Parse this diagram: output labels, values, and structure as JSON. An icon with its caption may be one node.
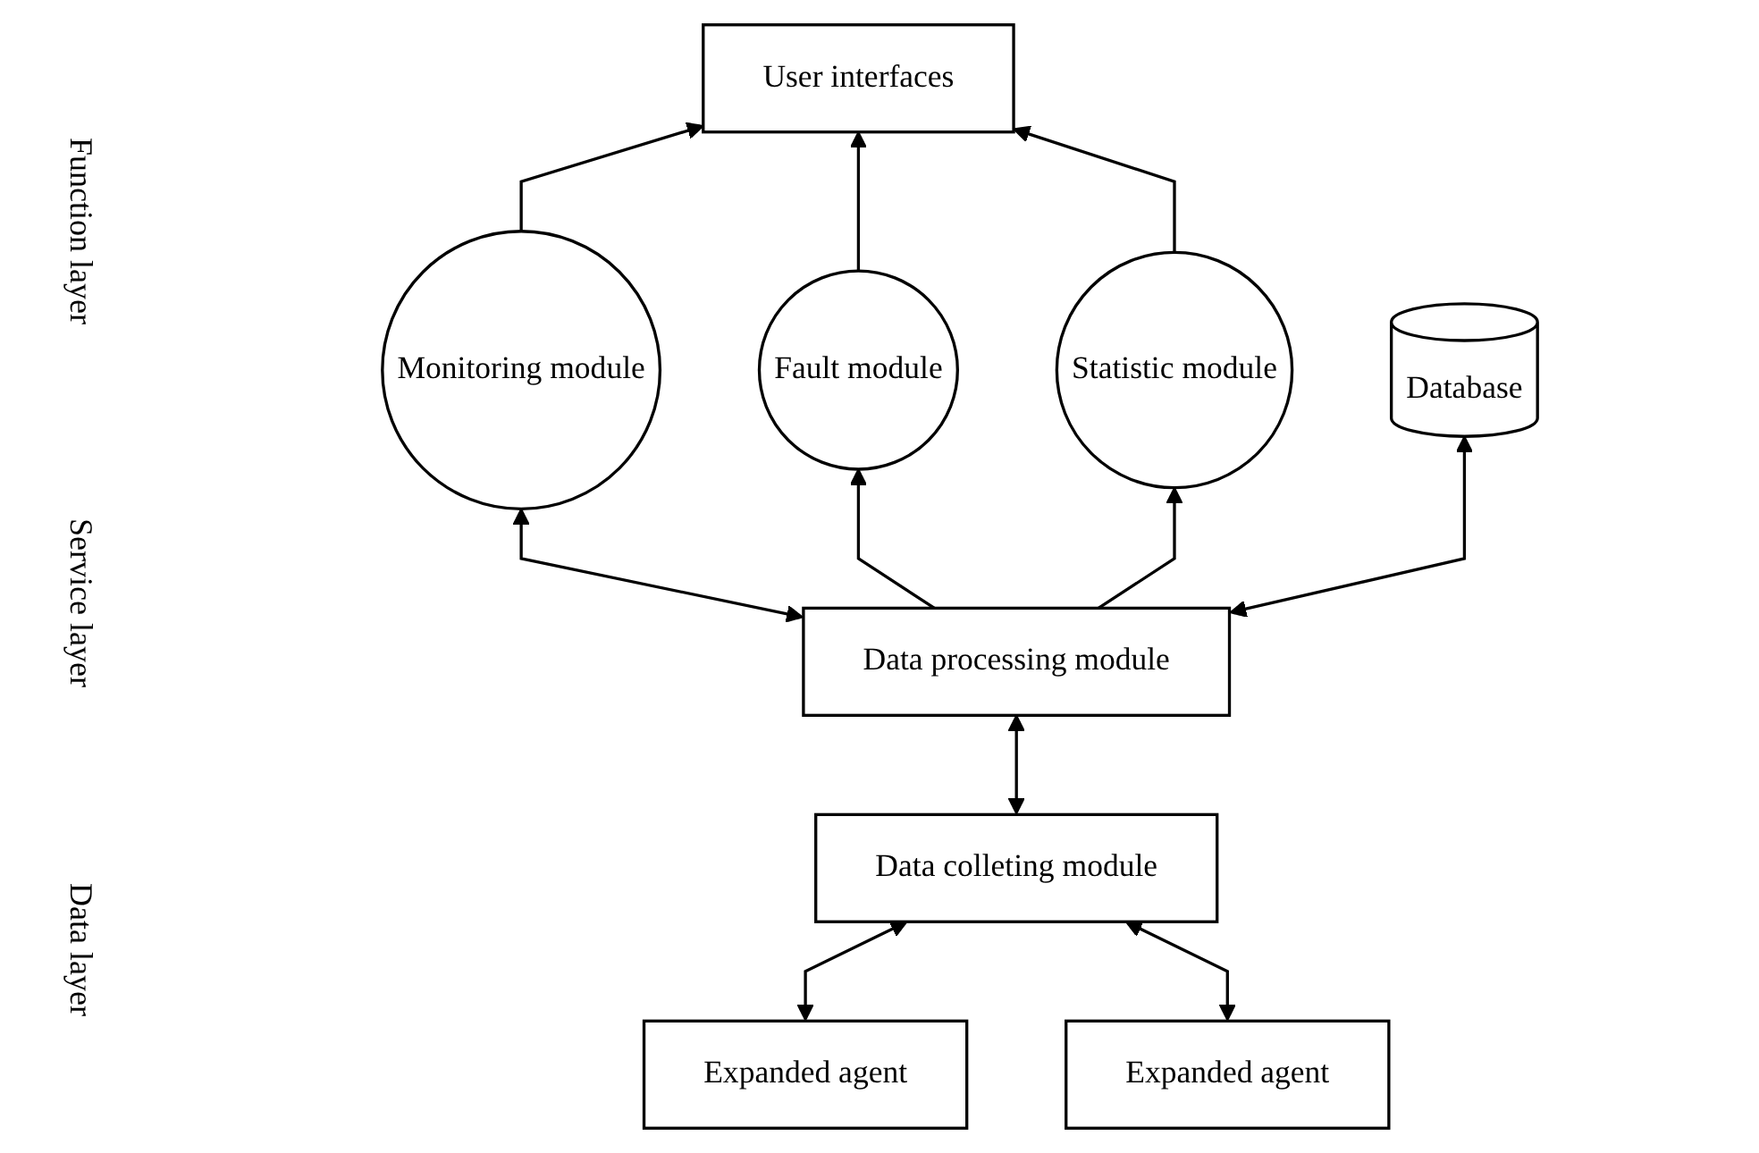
{
  "diagram": {
    "nodes": [
      {
        "text": [
          "User interfaces"
        ]
      },
      {
        "text": [
          "Monitoring module"
        ]
      },
      {
        "text": [
          "Fault module"
        ]
      },
      {
        "text": [
          "Statistic module"
        ]
      },
      {
        "text": [
          "Data processing module"
        ]
      },
      {
        "text": [
          "Database"
        ]
      },
      {
        "text": [
          "Data colleting module"
        ]
      },
      {
        "text": [
          "Expanded agent"
        ]
      },
      {
        "text": [
          "Expanded agent"
        ]
      }
    ],
    "edges": [
      {
        "from": 1,
        "to": 0,
        "arrow": "to"
      },
      {
        "from": 2,
        "to": 0,
        "arrow": "to"
      },
      {
        "from": 3,
        "to": 0,
        "arrow": "to"
      },
      {
        "from": 4,
        "to": 1,
        "arrow": "both"
      },
      {
        "from": 4,
        "to": 2,
        "arrow": "to"
      },
      {
        "from": 4,
        "to": 3,
        "arrow": "to"
      },
      {
        "from": 4,
        "to": 5,
        "arrow": "both"
      },
      {
        "from": 6,
        "to": 4,
        "arrow": "both"
      },
      {
        "from": 7,
        "to": 6,
        "arrow": "both"
      },
      {
        "from": 8,
        "to": 6,
        "arrow": "both"
      }
    ],
    "labels": [
      "Function layer",
      "Service layer",
      "Data layer"
    ]
  }
}
